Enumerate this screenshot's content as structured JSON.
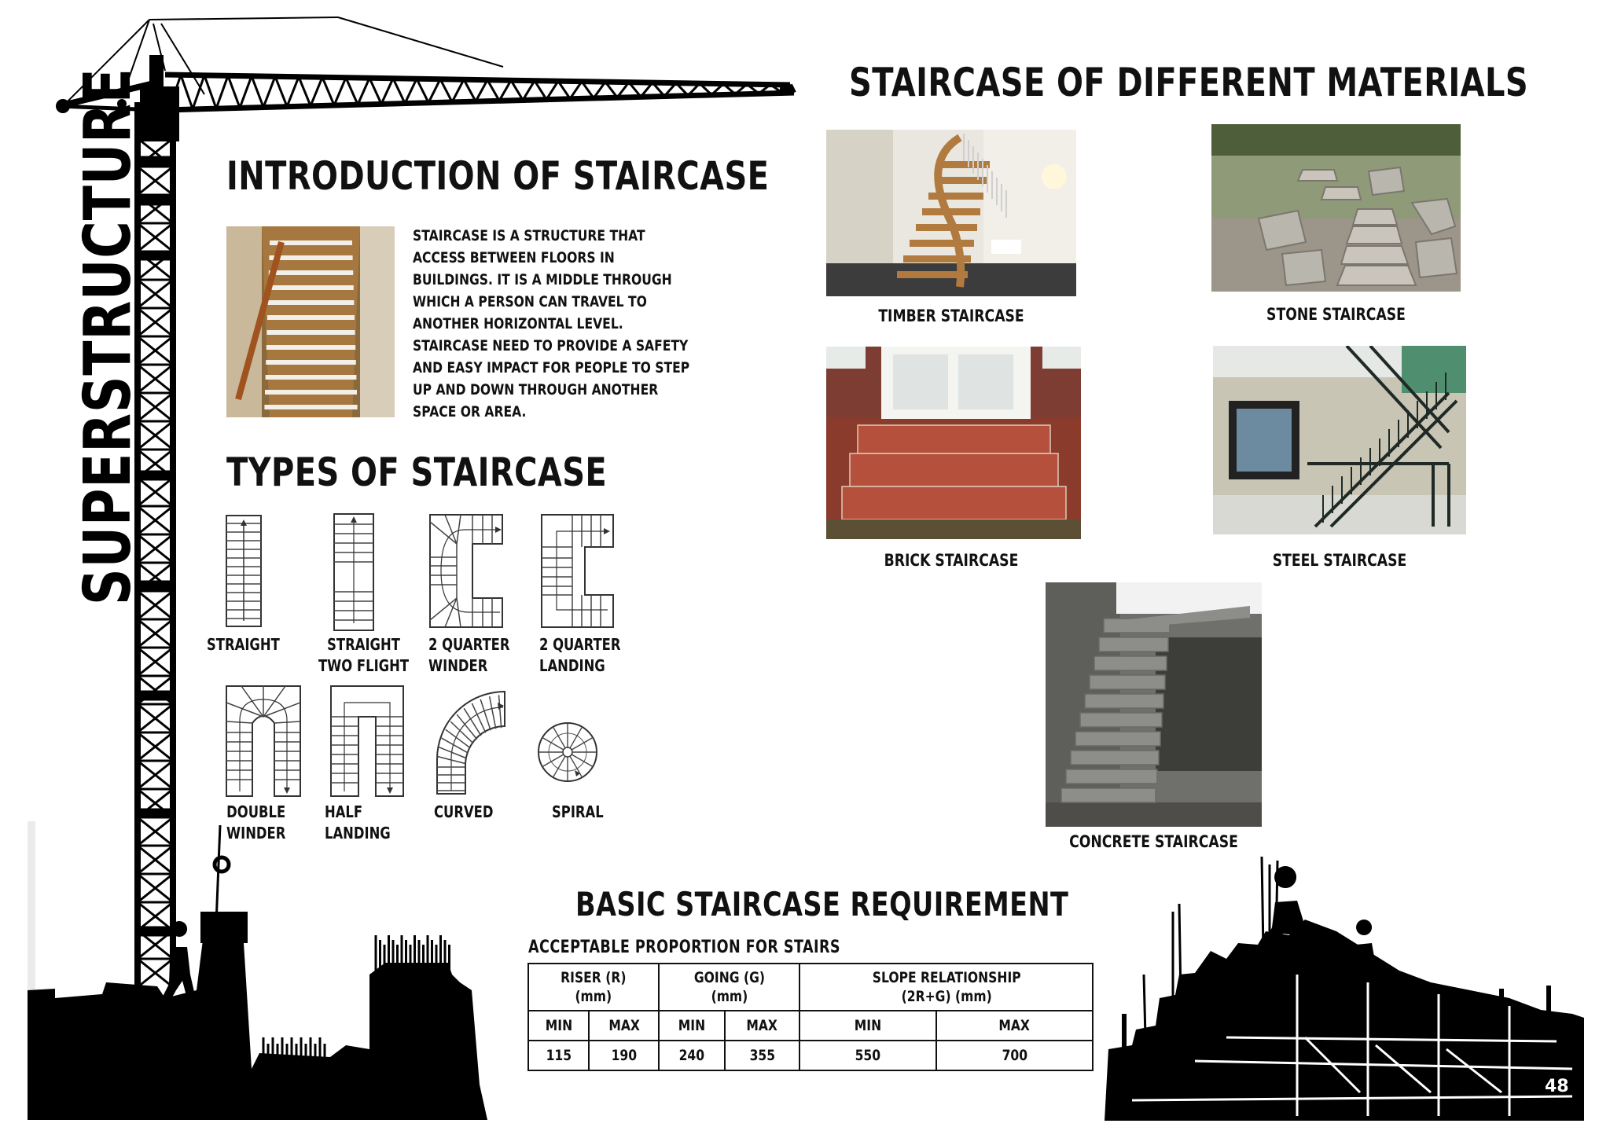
{
  "side_title": "SUPERSTRUCTURE",
  "page_number": "48",
  "intro": {
    "heading": "INTRODUCTION OF STAIRCASE",
    "text": "STAIRCASE IS A STRUCTURE THAT ACCESS BETWEEN FLOORS IN BUILDINGS. IT IS  A MIDDLE THROUGH WHICH A PERSON CAN TRAVEL TO ANOTHER HORIZONTAL LEVEL. STAIRCASE NEED TO PROVIDE A SAFETY AND EASY IMPACT FOR PEOPLE TO STEP UP AND DOWN THROUGH ANOTHER SPACE OR AREA."
  },
  "types": {
    "heading": "TYPES OF STAIRCASE",
    "items": [
      {
        "label": "STRAIGHT",
        "icon": "straight-stair-plan-icon"
      },
      {
        "label": "STRAIGHT\nTWO FLIGHT",
        "icon": "two-flight-stair-plan-icon"
      },
      {
        "label": "2 QUARTER\nWINDER",
        "icon": "quarter-winder-plan-icon"
      },
      {
        "label": "2 QUARTER\nLANDING",
        "icon": "quarter-landing-plan-icon"
      },
      {
        "label": "DOUBLE\nWINDER",
        "icon": "double-winder-plan-icon"
      },
      {
        "label": "HALF\nLANDING",
        "icon": "half-landing-plan-icon"
      },
      {
        "label": "CURVED",
        "icon": "curved-stair-plan-icon"
      },
      {
        "label": "SPIRAL",
        "icon": "spiral-stair-plan-icon"
      }
    ]
  },
  "materials": {
    "heading": "STAIRCASE OF DIFFERENT MATERIALS",
    "items": [
      {
        "caption": "TIMBER STAIRCASE"
      },
      {
        "caption": "STONE STAIRCASE"
      },
      {
        "caption": "BRICK STAIRCASE"
      },
      {
        "caption": "STEEL STAIRCASE"
      },
      {
        "caption": "CONCRETE STAIRCASE"
      }
    ]
  },
  "requirement": {
    "heading": "BASIC STAIRCASE REQUIREMENT",
    "subheading": "ACCEPTABLE PROPORTION FOR STAIRS",
    "columns": [
      {
        "name": "RISER (R)\n(mm)",
        "min": "115",
        "max": "190"
      },
      {
        "name": "GOING (G)\n(mm)",
        "min": "240",
        "max": "355"
      },
      {
        "name": "SLOPE RELATIONSHIP\n(2R+G) (mm)",
        "min": "550",
        "max": "700"
      }
    ],
    "min_label": "MIN",
    "max_label": "MAX"
  },
  "colors": {
    "silhouette": "#000000",
    "background": "#ffffff",
    "text": "#111111"
  }
}
